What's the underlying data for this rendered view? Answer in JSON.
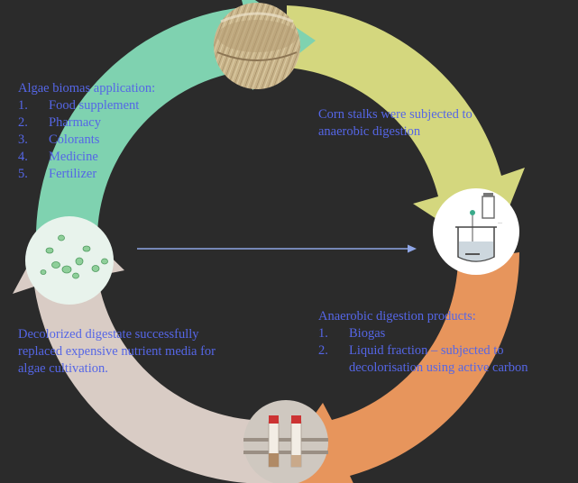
{
  "colors": {
    "background": "#2b2b2b",
    "text": "#5566e6",
    "arc_top_right": "#d4d77e",
    "arc_bottom_right": "#e7955c",
    "arc_bottom_left": "#d9ccc5",
    "arc_top_left": "#7fd2b0",
    "center_arrow": "#8fa6e6"
  },
  "stages": [
    {
      "id": "corn",
      "lines": [
        "Corn stalks were subjected to",
        "anaerobic digestion"
      ]
    },
    {
      "id": "digestion",
      "heading": "Anaerobic digestion products:",
      "items": [
        {
          "num": "1.",
          "text": "Biogas"
        },
        {
          "num": "2.",
          "text": "Liquid fraction – subjected to",
          "cont": "decolorisation using active carbon"
        }
      ]
    },
    {
      "id": "digestate",
      "lines": [
        "Decolorized digestate successfully",
        "replaced expensive nutrient media for",
        "algae cultivation."
      ]
    },
    {
      "id": "algae",
      "heading": "Algae biomas application:",
      "items": [
        {
          "num": "1.",
          "text": "Food supplement"
        },
        {
          "num": "2.",
          "text": "Pharmacy"
        },
        {
          "num": "3.",
          "text": "Colorants"
        },
        {
          "num": "4.",
          "text": "Medicine"
        },
        {
          "num": "5.",
          "text": "Fertilizer"
        }
      ]
    }
  ],
  "icons": [
    "hay-bale-icon",
    "bioreactor-icon",
    "sample-tubes-icon",
    "algae-microscopy-icon",
    "arrow-right-icon"
  ]
}
